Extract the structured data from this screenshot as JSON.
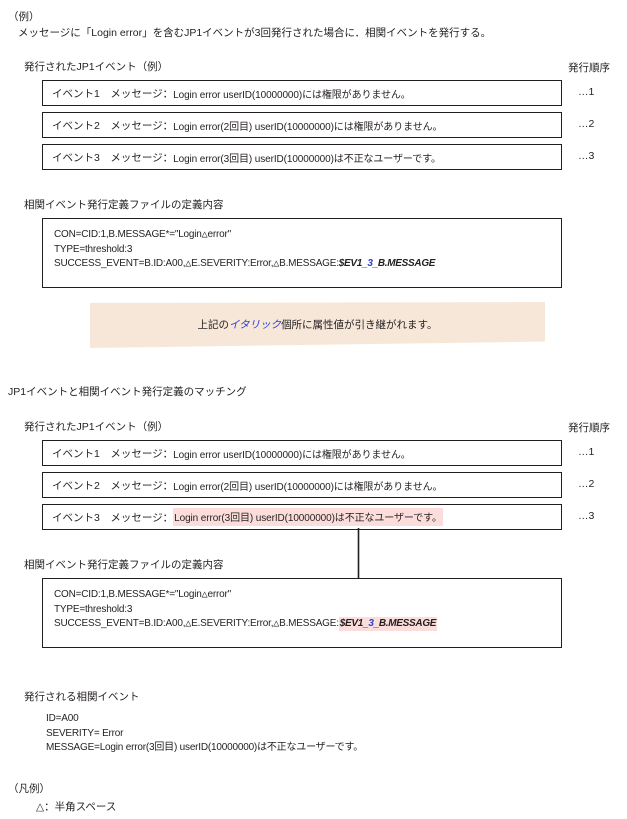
{
  "intro": {
    "label": "（例）",
    "text": "メッセージに「Login error」を含むJP1イベントが3回発行された場合に．相関イベントを発行する。"
  },
  "section1": {
    "heading": "発行されたJP1イベント（例）",
    "order_header": "発行順序",
    "events": [
      {
        "name": "イベント1　メッセージ：",
        "message": "Login error userID(10000000)には権限がありません。",
        "order": "…1",
        "highlight": false
      },
      {
        "name": "イベント2　メッセージ：",
        "message": "Login error(2回目) userID(10000000)には権限がありません。",
        "order": "…2",
        "highlight": false
      },
      {
        "name": "イベント3　メッセージ：",
        "message": "Login error(3回目) userID(10000000)は不正なユーザーです。",
        "order": "…3",
        "highlight": false
      }
    ]
  },
  "definition1": {
    "heading": "相関イベント発行定義ファイルの定義内容",
    "line1": "CON=CID:1,B.MESSAGE*=\"Login△error\"",
    "line2": "TYPE=threshold:3",
    "line3_prefix": "SUCCESS_EVENT=B.ID:A00,△E.SEVERITY:Error,△B.MESSAGE:",
    "line3_var_a": "$EV1_",
    "line3_var_num": "3",
    "line3_var_b": "_B.MESSAGE",
    "var_highlight": false
  },
  "banner": {
    "text_before": "上記の",
    "text_italic": "イタリック",
    "text_after": "個所に属性値が引き継がれます。",
    "bg_color": "#f7e7d9",
    "italic_color": "#2b3ed0"
  },
  "section2": {
    "heading": "JP1イベントと相関イベント発行定義のマッチング",
    "list_heading": "発行されたJP1イベント（例）",
    "order_header": "発行順序",
    "events": [
      {
        "name": "イベント1　メッセージ：",
        "message": "Login error userID(10000000)には権限がありません。",
        "order": "…1",
        "highlight": false
      },
      {
        "name": "イベント2　メッセージ：",
        "message": "Login error(2回目) userID(10000000)には権限がありません。",
        "order": "…2",
        "highlight": false
      },
      {
        "name": "イベント3　メッセージ：",
        "message": "Login error(3回目) userID(10000000)は不正なユーザーです。",
        "order": "…3",
        "highlight": true
      }
    ]
  },
  "definition2": {
    "heading": "相関イベント発行定義ファイルの定義内容",
    "line1": "CON=CID:1,B.MESSAGE*=\"Login△error\"",
    "line2": "TYPE=threshold:3",
    "line3_prefix": "SUCCESS_EVENT=B.ID:A00,△E.SEVERITY:Error,△B.MESSAGE:",
    "line3_var_a": "$EV1_",
    "line3_var_num": "3",
    "line3_var_b": "_B.MESSAGE",
    "var_highlight": true
  },
  "issued": {
    "heading": "発行される相関イベント",
    "lines": [
      "ID=A00",
      "SEVERITY= Error",
      "MESSAGE=Login error(3回目) userID(10000000)は不正なユーザーです。"
    ]
  },
  "legend": {
    "label": "（凡例）",
    "entry": "△：半角スペース"
  },
  "colors": {
    "ink": "#231f20",
    "pink_highlight": "#fbdedc",
    "banner_bg": "#f7e7d9",
    "accent_blue": "#2b3ed0"
  }
}
